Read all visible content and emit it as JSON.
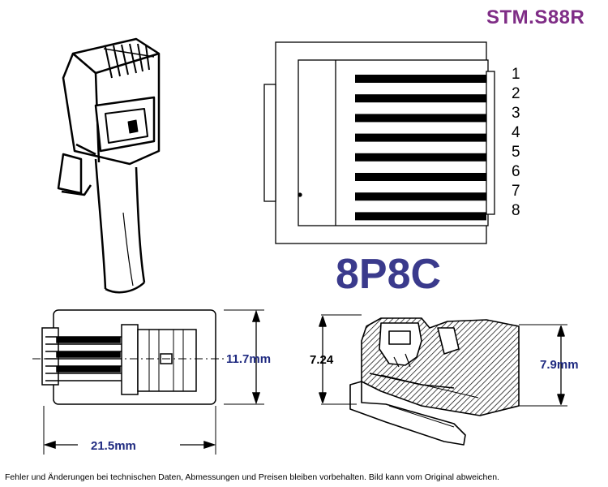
{
  "header": {
    "product_code": "STM.S88R"
  },
  "connector": {
    "type": "8P8C"
  },
  "pins": [
    "1",
    "2",
    "3",
    "4",
    "5",
    "6",
    "7",
    "8"
  ],
  "dimensions": {
    "height_front": "11.7mm",
    "length": "21.5mm",
    "side_height": "7.24",
    "side_height_total": "7.9mm"
  },
  "footer": {
    "disclaimer": "Fehler und Änderungen bei technischen Daten, Abmessungen und Preisen bleiben vorbehalten. Bild kann vom Original abweichen."
  },
  "colors": {
    "product_code": "#7f2d86",
    "connector_type": "#3a3a8c",
    "dimension_text": "#1f2a80"
  }
}
